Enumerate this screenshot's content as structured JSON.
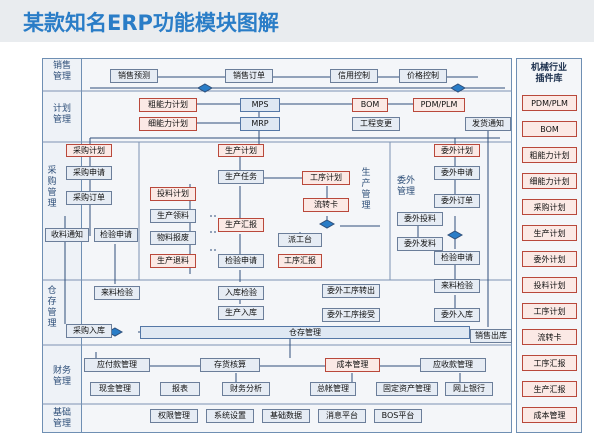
{
  "title": "某款知名ERP功能模块图解",
  "lanes": {
    "sales": "销售\n管理",
    "plan": "计划\n管理",
    "purchase": "采\n购\n管\n理",
    "production": "生\n产\n管\n理",
    "outsource": "委外\n管理",
    "warehouse": "仓\n存\n管\n理",
    "finance": "财务\n管理",
    "base": "基础\n管理"
  },
  "boxes": {
    "sales_forecast": "销售预测",
    "sales_order": "销售订单",
    "credit_control": "信用控制",
    "price_control": "价格控制",
    "rough_capacity": "粗能力计划",
    "mps": "MPS",
    "bom": "BOM",
    "pdm_plm": "PDM/PLM",
    "fine_capacity": "细能力计划",
    "mrp": "MRP",
    "eng_change": "工程变更",
    "ship_notice": "发货通知",
    "purchase_plan": "采购计划",
    "production_plan": "生产计划",
    "outsource_plan": "委外计划",
    "purchase_request": "采购申请",
    "purchase_order": "采购订单",
    "receive_notice": "收料通知",
    "inspect_request": "检验申请",
    "production_task": "生产任务",
    "process_plan": "工序计划",
    "feed_plan": "投料计划",
    "prod_issue": "生产领料",
    "material_scrap": "物料报废",
    "prod_return": "生产退料",
    "prod_report": "生产汇报",
    "inspect_request2": "检验申请",
    "flow_card": "流转卡",
    "dispatch": "派工台",
    "process_report": "工序汇报",
    "out_request": "委外申请",
    "out_feed": "委外投料",
    "out_order": "委外订单",
    "out_issue": "委外发料",
    "inspect_request3": "检验申请",
    "incoming_inspect": "来料检验",
    "incoming_inspect2": "来料检验",
    "stock_in_inspect": "入库检验",
    "prod_stock_in": "生产入库",
    "out_process_out": "委外工序转出",
    "out_process_in": "委外工序接受",
    "out_stock_in": "委外入库",
    "purchase_stock_in": "采购入库",
    "warehouse_mgmt": "仓存管理",
    "sales_out": "销售出库",
    "ap_mgmt": "应付款管理",
    "inventory_account": "存货核算",
    "cost_mgmt": "成本管理",
    "ar_mgmt": "应收款管理",
    "cash_mgmt": "现金管理",
    "report": "报表",
    "financial_analysis": "财务分析",
    "general_ledger": "总帐管理",
    "fixed_asset": "固定资产管理",
    "online_bank": "网上银行",
    "permission": "权限管理",
    "system_settings": "系统设置",
    "base_data": "基础数据",
    "message_platform": "消息平台",
    "bos_platform": "BOS平台"
  },
  "right_panel": {
    "title": "机械行业\n插件库",
    "items": [
      "PDM/PLM",
      "BOM",
      "粗能力计划",
      "细能力计划",
      "采购计划",
      "生产计划",
      "委外计划",
      "投料计划",
      "工序计划",
      "流转卡",
      "工序汇报",
      "生产汇报",
      "成本管理"
    ]
  }
}
